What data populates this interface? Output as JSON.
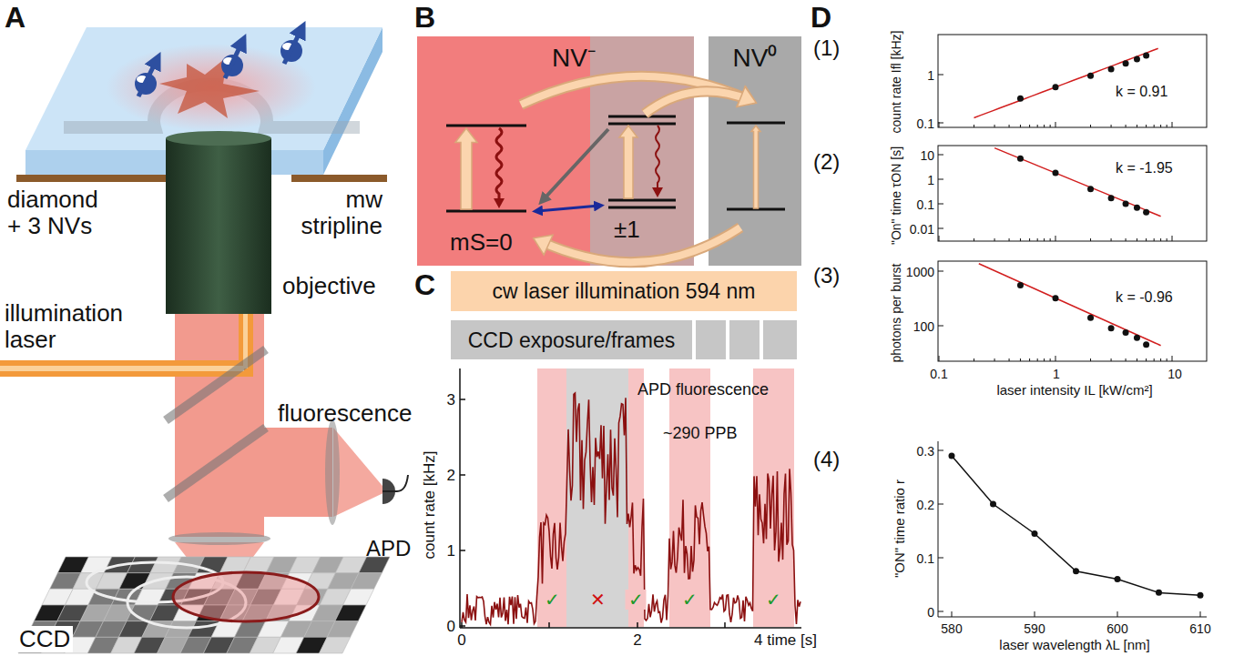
{
  "diagram": {
    "nodes": [
      {
        "text": [
          "NV⁻"
        ]
      },
      {
        "text": [
          "mS=0"
        ],
        "in": 0
      },
      {
        "text": [
          "±1"
        ],
        "in": 0
      },
      {
        "text": [
          "NV⁰"
        ]
      },
      {
        "text": [
          "cw laser illumination 594 nm"
        ]
      },
      {
        "text": [
          "CCD exposure/frames"
        ]
      }
    ],
    "edges": [
      {
        "from": 1,
        "to": 3,
        "arrow": "to"
      },
      {
        "from": 2,
        "to": 3,
        "arrow": "to"
      },
      {
        "from": 3,
        "to": 1,
        "arrow": "to"
      }
    ],
    "labels": [
      "A",
      "B",
      "C",
      "D",
      "(1)",
      "(2)",
      "(3)",
      "(4)",
      "diamond + 3 NVs",
      "mw stripline",
      "objective",
      "illumination laser",
      "fluorescence",
      "APD",
      "CCD",
      "count rate [kHz]",
      "APD fluorescence",
      "~290 PPB",
      "3",
      "2",
      "1",
      "0",
      "0",
      "2",
      "4 time [s]",
      "✓",
      "✕",
      "✓",
      "✓",
      "✓",
      "count rate Ifl [kHz]",
      "1",
      "0.1",
      "k = 0.91",
      "\"On\" time τON [s]",
      "10",
      "1",
      "0.1",
      "0.01",
      "k = -1.95",
      "photons per burst",
      "1000",
      "100",
      "k = -0.96",
      "0.1",
      "1",
      "10",
      "laser intensity IL [kW/cm²]",
      "\"ON\" time ratio r",
      "0.3",
      "0.2",
      "0.1",
      "0",
      "580",
      "590",
      "600",
      "610",
      "laser wavelength λL [nm]"
    ]
  }
}
